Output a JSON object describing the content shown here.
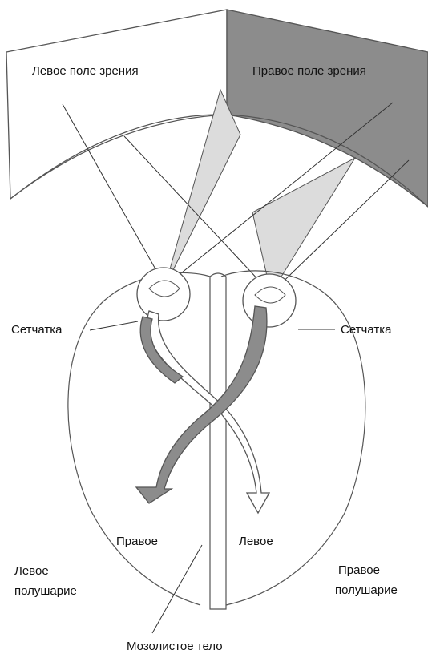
{
  "diagram": {
    "title": "",
    "labels": {
      "left_visual_field": "Левое поле зрения",
      "right_visual_field": "Правое поле зрения",
      "retina_left": "Сетчатка",
      "retina_right": "Сетчатка",
      "right_inner": "Правое",
      "left_inner": "Левое",
      "left_hemisphere_line1": "Левое",
      "left_hemisphere_line2": "полушарие",
      "right_hemisphere_line1": "Правое",
      "right_hemisphere_line2": "полушарие",
      "corpus_callosum": "Мозолистое тело"
    },
    "colors": {
      "right_field_fill": "#8c8c8c",
      "light_beam_fill": "#dcdcdc",
      "left_pathway": "#8c8c8c",
      "right_pathway": "#ffffff",
      "outline": "#555555"
    }
  }
}
